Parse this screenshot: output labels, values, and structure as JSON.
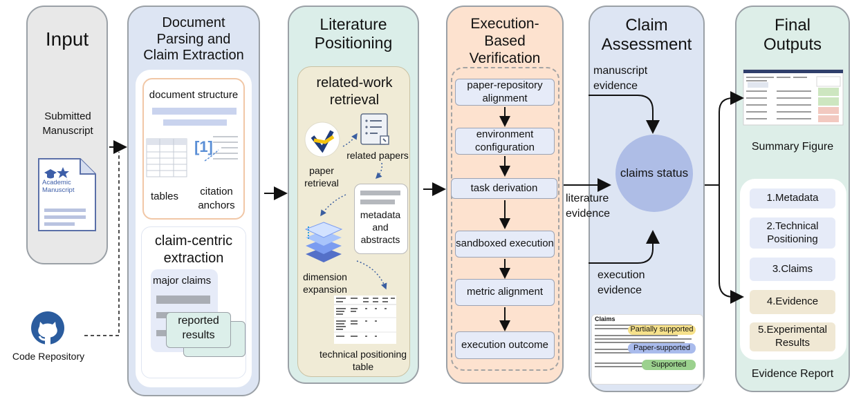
{
  "input": {
    "title": "Input",
    "manuscript_label": "Submitted Manuscript",
    "doc_icon_text": "Academic Manuscript",
    "repo_label": "Code Repository"
  },
  "parsing": {
    "title": "Document Parsing and Claim Extraction",
    "structure_title": "document structure",
    "tables_label": "tables",
    "citation_label": "citation anchors",
    "citation_glyph": "[1]",
    "claim_title": "claim-centric extraction",
    "major_claims": "major claims",
    "reported_results": "reported results"
  },
  "literature": {
    "title": "Literature Positioning",
    "retrieval_title": "related-work retrieval",
    "paper_retrieval": "paper retrieval",
    "related_papers": "related papers",
    "metadata": "metadata and abstracts",
    "dimension": "dimension expansion",
    "table_label": "technical positioning table"
  },
  "execution": {
    "title": "Execution-Based Verification",
    "steps": [
      "paper-repository alignment",
      "environment configuration",
      "task derivation",
      "sandboxed execution",
      "metric alignment",
      "execution outcome"
    ]
  },
  "claims": {
    "title": "Claim Assessment",
    "manuscript_evidence": "manuscript evidence",
    "literature_evidence": "literature evidence",
    "execution_evidence": "execution evidence",
    "status": "claims status",
    "mini": {
      "header": "Claims",
      "partially": "Partially supported",
      "paper": "Paper-supported",
      "supported": "Supported"
    }
  },
  "outputs": {
    "title": "Final Outputs",
    "summary_label": "Summary Figure",
    "report_label": "Evidence Report",
    "items": [
      "1.Metadata",
      "2.Technical Positioning",
      "3.Claims",
      "4.Evidence",
      "5.Experimental Results"
    ]
  },
  "colors": {
    "input_bg": "#e8e8e8",
    "parsing_bg": "#dde5f3",
    "literature_bg": "#dbeee9",
    "literature_inner": "#f0ebd6",
    "execution_bg": "#fde2cf",
    "claims_bg": "#dde5f3",
    "outputs_bg": "#ddeee8",
    "status_circle": "#aebde6",
    "box_blue": "#e6ebf8",
    "box_tan": "#f0e8d4"
  }
}
